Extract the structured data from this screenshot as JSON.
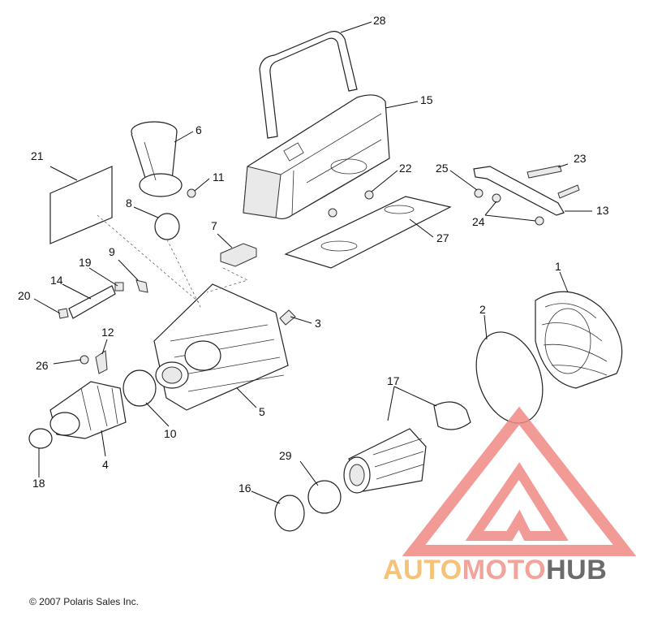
{
  "callouts": [
    "28",
    "15",
    "6",
    "21",
    "11",
    "8",
    "22",
    "25",
    "23",
    "13",
    "24",
    "7",
    "27",
    "19",
    "9",
    "14",
    "20",
    "1",
    "3",
    "2",
    "12",
    "26",
    "17",
    "5",
    "10",
    "4",
    "29",
    "18",
    "16"
  ],
  "copyright": "© 2007 Polaris Sales Inc.",
  "watermark": {
    "part1": "AUTO",
    "part2": "MOTO",
    "part3": "HUB",
    "color_auto": "#f6c27a",
    "color_moto": "#f2a39a",
    "color_hub": "#6b6b6b",
    "triangle_color": "#f08a84"
  }
}
